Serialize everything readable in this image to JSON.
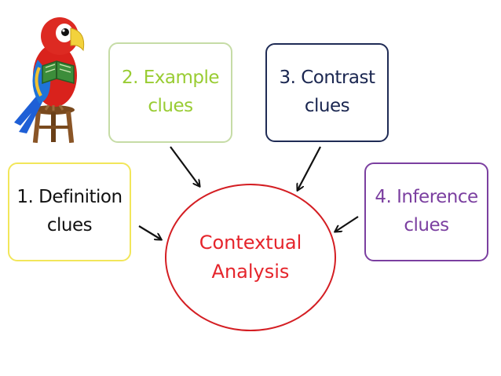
{
  "center": {
    "line1": "Contextual",
    "line2": "Analysis"
  },
  "boxes": {
    "definition": {
      "line1": "1. Definition",
      "line2": "clues"
    },
    "example": {
      "line1": "2. Example",
      "line2": "clues"
    },
    "contrast": {
      "line1": "3. Contrast",
      "line2": "clues"
    },
    "inference": {
      "line1": "4. Inference",
      "line2": "clues"
    }
  },
  "colors": {
    "definition": "#f2e65a",
    "example": "#99cc33",
    "contrast": "#1a2650",
    "inference": "#7b3fa0",
    "center": "#e5242b"
  },
  "icons": [
    "parrot-reading-book-illustration",
    "arrow-icon"
  ]
}
